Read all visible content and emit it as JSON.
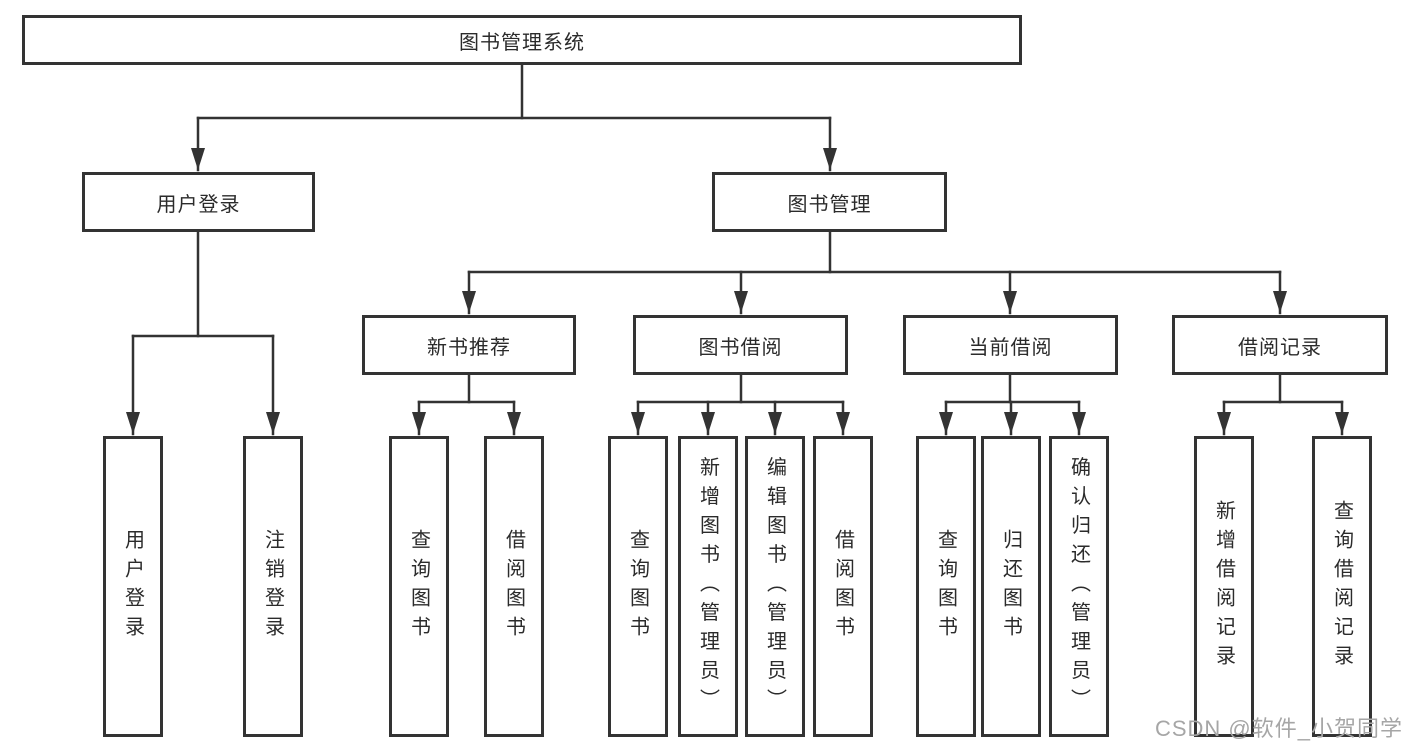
{
  "tree": {
    "root": {
      "label": "图书管理系统"
    },
    "branches": [
      {
        "label": "用户登录",
        "leaves": [
          {
            "label": "用户登录"
          },
          {
            "label": "注销登录"
          }
        ]
      },
      {
        "label": "图书管理",
        "groups": [
          {
            "label": "新书推荐",
            "leaves": [
              {
                "label": "查询图书"
              },
              {
                "label": "借阅图书"
              }
            ]
          },
          {
            "label": "图书借阅",
            "leaves": [
              {
                "label": "查询图书"
              },
              {
                "label": "新增图书（管理员）"
              },
              {
                "label": "编辑图书（管理员）"
              },
              {
                "label": "借阅图书"
              }
            ]
          },
          {
            "label": "当前借阅",
            "leaves": [
              {
                "label": "查询图书"
              },
              {
                "label": "归还图书"
              },
              {
                "label": "确认归还（管理员）"
              }
            ]
          },
          {
            "label": "借阅记录",
            "leaves": [
              {
                "label": "新增借阅记录"
              },
              {
                "label": "查询借阅记录"
              }
            ]
          }
        ]
      }
    ]
  },
  "watermark": {
    "text": "CSDN @软件_小贺同学"
  },
  "colors": {
    "line": "#333333",
    "text": "#2b2b2b",
    "watermark": "#a6a6a6",
    "background": "#ffffff"
  }
}
